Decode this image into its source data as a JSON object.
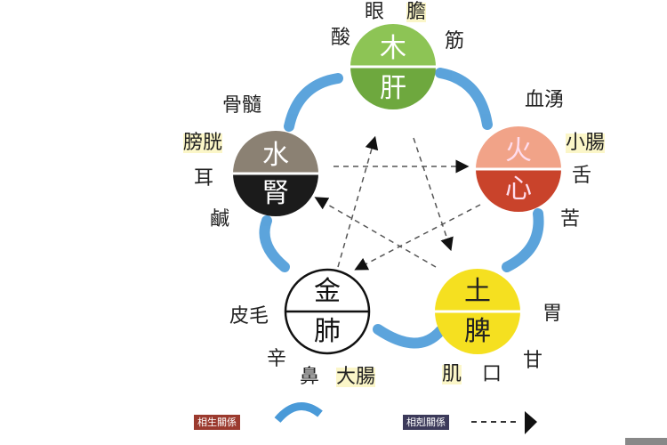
{
  "elements": {
    "wood": {
      "element": "木",
      "organ": "肝",
      "colors": {
        "top": "#8dc455",
        "bottom": "#6ea83e"
      }
    },
    "fire": {
      "element": "火",
      "organ": "心",
      "colors": {
        "top": "#f1a388",
        "bottom": "#c9432b"
      }
    },
    "earth": {
      "element": "土",
      "organ": "脾",
      "colors": {
        "top": "#f7e428",
        "bottom": "#f2d81a"
      }
    },
    "metal": {
      "element": "金",
      "organ": "肺",
      "colors": {
        "top": "#ffffff",
        "bottom": "#ffffff"
      }
    },
    "water": {
      "element": "水",
      "organ": "腎",
      "colors": {
        "top": "#8b8173",
        "bottom": "#1b1b1b"
      }
    }
  },
  "labels": {
    "wood": [
      "眼",
      "膽",
      "酸",
      "筋"
    ],
    "fire": [
      "血湧",
      "小腸",
      "舌",
      "苦"
    ],
    "earth": [
      "胃",
      "甘",
      "口",
      "肌"
    ],
    "metal": [
      "皮毛",
      "辛",
      "鼻",
      "大腸"
    ],
    "water": [
      "骨髓",
      "膀胱",
      "耳",
      "鹹"
    ]
  },
  "legend": {
    "generating": "相生關係",
    "controlling": "相剋關係",
    "generating_color": "#9b3a2e",
    "controlling_color": "#3c3a5a",
    "arrow_color": "#4a9ad8"
  }
}
